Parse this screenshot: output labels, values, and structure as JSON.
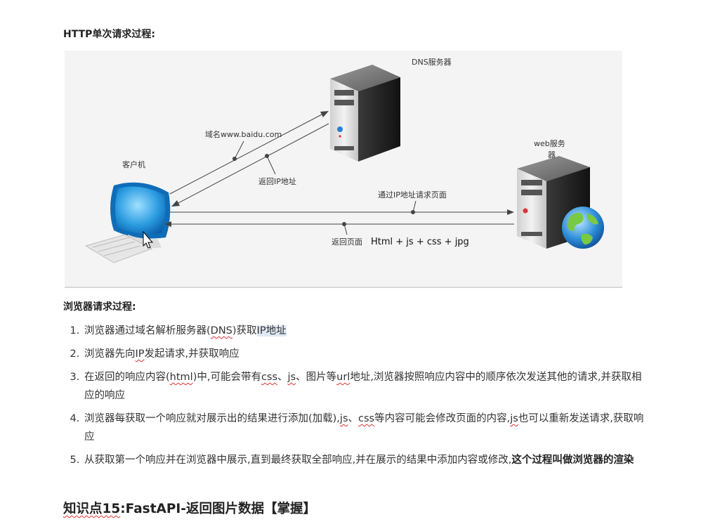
{
  "section_http": {
    "title": "HTTP单次请求过程:"
  },
  "diagram": {
    "dns_label": "DNS服务器",
    "web_label_line1": "web服务",
    "web_label_line2": "器",
    "client_label": "客户机",
    "domain_label": "域名www.baidu.com",
    "return_ip_label": "返回IP地址",
    "request_page_label": "通过IP地址请求页面",
    "return_page_label": "返回页面",
    "return_page_detail": "Html + js + css + jpg"
  },
  "section_browser": {
    "title": "浏览器请求过程:"
  },
  "steps": [
    {
      "num": "1.",
      "parts": [
        "浏览器通过域名解析服务器(",
        "DNS",
        ")获取",
        "IP地址"
      ]
    },
    {
      "num": "2.",
      "parts": [
        "浏览器先向",
        "IP",
        "发起请求,并获取响应"
      ]
    },
    {
      "num": "3.",
      "parts": [
        "在返回的响应内容(",
        "html",
        ")中,可能会带有",
        "css",
        "、",
        "js",
        "、图片等",
        "url",
        "地址,浏览器按照响应内容中的顺序依次发送其他的请求,并获取相应的响应"
      ]
    },
    {
      "num": "4.",
      "parts": [
        "浏览器每获取一个响应就对展示出的结果进行添加(加载),",
        "js",
        "、",
        "css",
        "等内容可能会修改页面的内容,",
        "js",
        "也可以重新发送请求,获取响应"
      ]
    },
    {
      "num": "5.",
      "parts": [
        "从获取第一个响应并在浏览器中展示,直到最终获取全部响应,并在展示的结果中添加内容或修改,",
        "这个过程叫做浏览器的渲染"
      ]
    }
  ],
  "section_kp": {
    "prefix": "知识点15",
    "rest": ":FastAPI-返回图片数据【掌握】"
  }
}
